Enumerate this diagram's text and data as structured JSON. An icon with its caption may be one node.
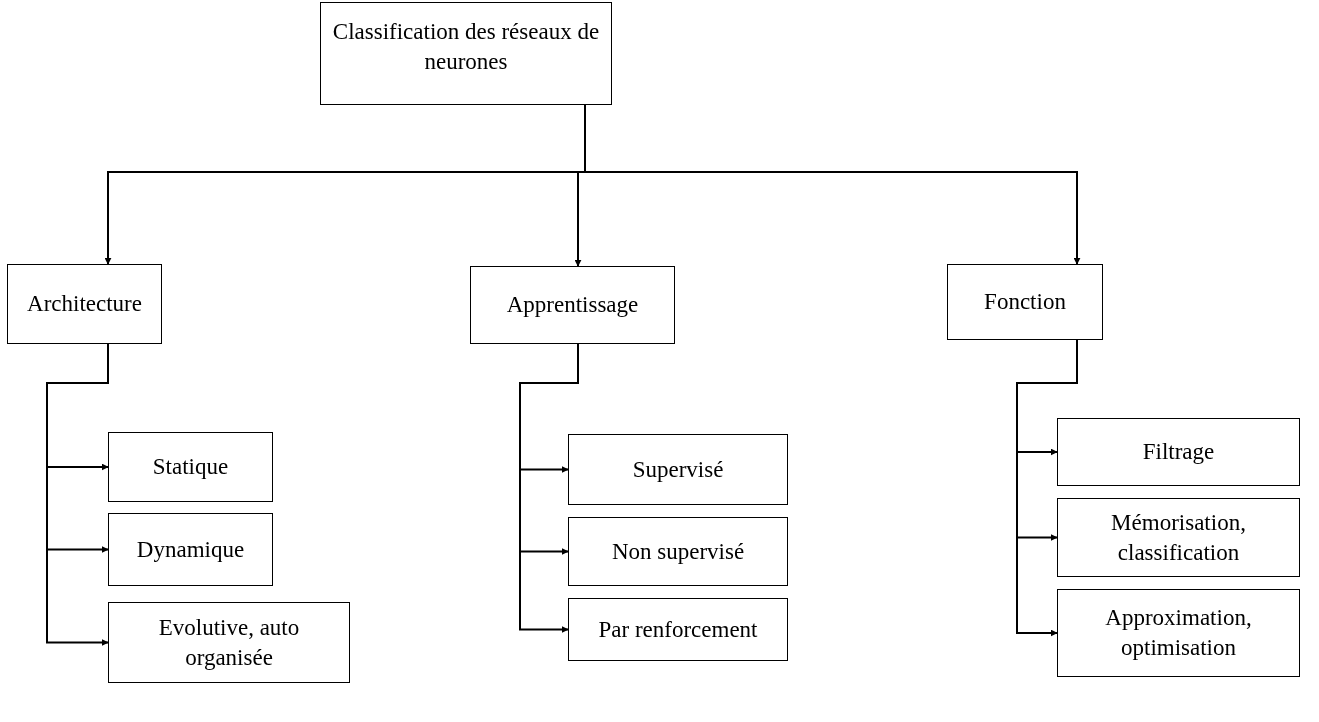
{
  "diagram": {
    "nodes": [
      {
        "text": [
          "Classification des réseaux de neurones"
        ]
      },
      {
        "text": [
          "Architecture"
        ]
      },
      {
        "text": [
          "Apprentissage"
        ]
      },
      {
        "text": [
          "Fonction"
        ]
      },
      {
        "text": [
          "Statique"
        ]
      },
      {
        "text": [
          "Dynamique"
        ]
      },
      {
        "text": [
          "Evolutive, auto organisée"
        ]
      },
      {
        "text": [
          "Supervisé"
        ]
      },
      {
        "text": [
          "Non supervisé"
        ]
      },
      {
        "text": [
          "Par renforcement"
        ]
      },
      {
        "text": [
          "Filtrage"
        ]
      },
      {
        "text": [
          "Mémorisation, classification"
        ]
      },
      {
        "text": [
          "Approximation, optimisation"
        ]
      }
    ],
    "edges": [
      {
        "from": 0,
        "to": 1,
        "arrow": "to"
      },
      {
        "from": 0,
        "to": 2,
        "arrow": "to"
      },
      {
        "from": 0,
        "to": 3,
        "arrow": "to"
      },
      {
        "from": 1,
        "to": 4,
        "arrow": "to"
      },
      {
        "from": 1,
        "to": 5,
        "arrow": "to"
      },
      {
        "from": 1,
        "to": 6,
        "arrow": "to"
      },
      {
        "from": 2,
        "to": 7,
        "arrow": "to"
      },
      {
        "from": 2,
        "to": 8,
        "arrow": "to"
      },
      {
        "from": 2,
        "to": 9,
        "arrow": "to"
      },
      {
        "from": 3,
        "to": 10,
        "arrow": "to"
      },
      {
        "from": 3,
        "to": 11,
        "arrow": "to"
      },
      {
        "from": 3,
        "to": 12,
        "arrow": "to"
      }
    ]
  }
}
